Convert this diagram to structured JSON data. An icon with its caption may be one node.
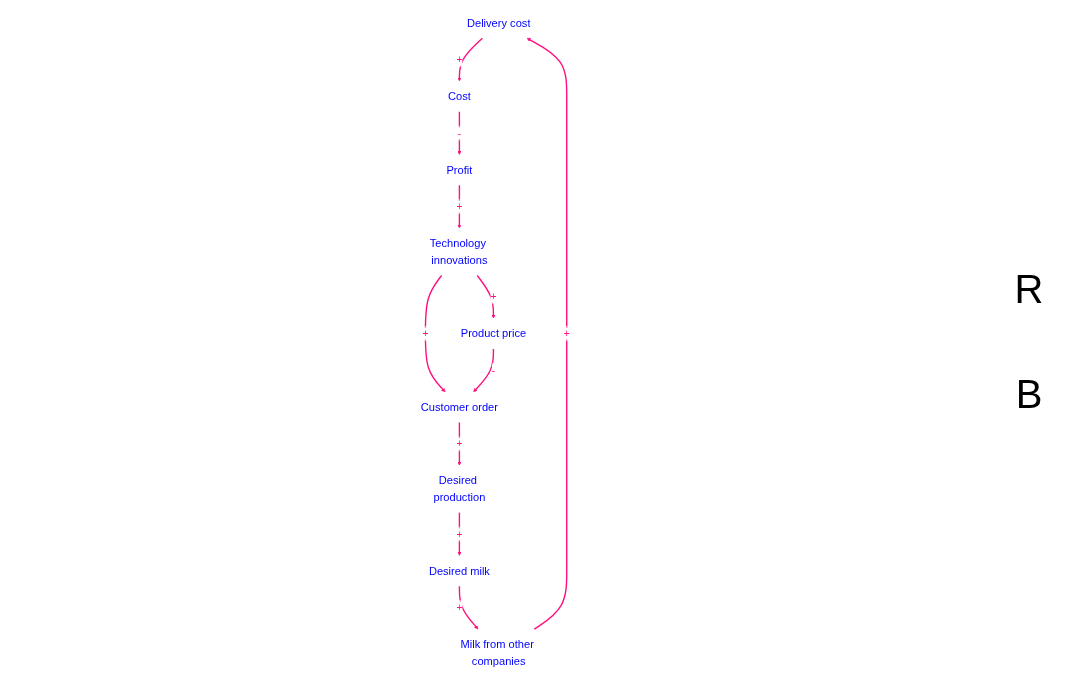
{
  "diagram": {
    "nodes": [
      {
        "text": [
          "Delivery cost"
        ]
      },
      {
        "text": [
          "Cost"
        ]
      },
      {
        "text": [
          "Profit"
        ]
      },
      {
        "text": [
          "Technology innovations"
        ]
      },
      {
        "text": [
          "Product price"
        ]
      },
      {
        "text": [
          "Customer order"
        ]
      },
      {
        "text": [
          "Desired production"
        ]
      },
      {
        "text": [
          "Desired milk"
        ]
      },
      {
        "text": [
          "Milk from other companies"
        ]
      }
    ],
    "edges": [
      {
        "from": 8,
        "to": 0,
        "arrow": "to",
        "label": "+"
      },
      {
        "from": 0,
        "to": 1,
        "arrow": "to",
        "label": "+"
      },
      {
        "from": 1,
        "to": 2,
        "arrow": "to",
        "label": "-"
      },
      {
        "from": 2,
        "to": 3,
        "arrow": "to",
        "label": "+"
      },
      {
        "from": 3,
        "to": 4,
        "arrow": "to",
        "label": "+"
      },
      {
        "from": 3,
        "to": 5,
        "arrow": "to",
        "label": "+"
      },
      {
        "from": 4,
        "to": 5,
        "arrow": "to",
        "label": "-"
      },
      {
        "from": 5,
        "to": 6,
        "arrow": "to",
        "label": "+"
      },
      {
        "from": 6,
        "to": 7,
        "arrow": "to",
        "label": "+"
      },
      {
        "from": 7,
        "to": 8,
        "arrow": "to",
        "label": "+"
      }
    ],
    "labels": [
      "R",
      "B"
    ]
  }
}
